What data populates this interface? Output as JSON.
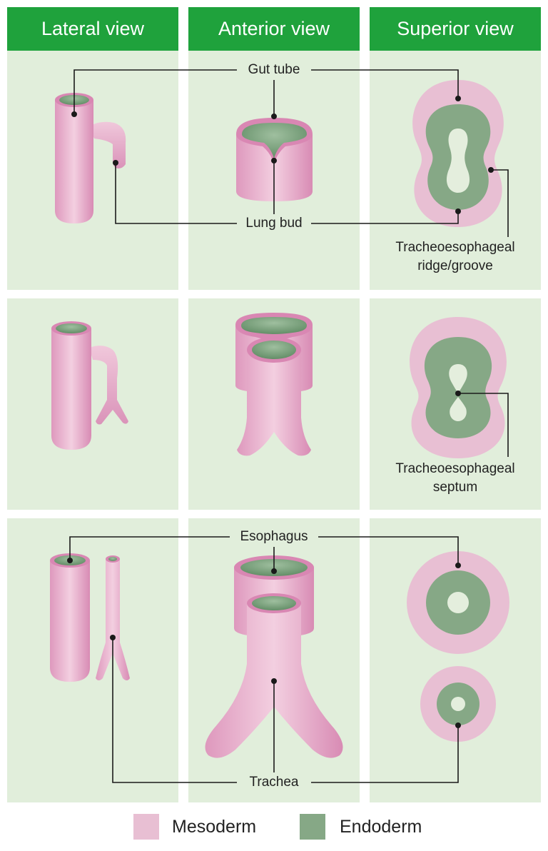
{
  "headers": {
    "lateral": "Lateral view",
    "anterior": "Anterior view",
    "superior": "Superior view"
  },
  "labels": {
    "gut_tube": "Gut tube",
    "lung_bud": "Lung bud",
    "ridge_groove": "Tracheoesophageal ridge/groove",
    "septum": "Tracheoesophageal septum",
    "esophagus": "Esophagus",
    "trachea": "Trachea"
  },
  "legend": {
    "mesoderm": {
      "label": "Mesoderm",
      "color": "#e8bfd3"
    },
    "endoderm": {
      "label": "Endoderm",
      "color": "#86a886"
    }
  },
  "colors": {
    "header_bg": "#1fa23c",
    "panel_bg": "#e1eedb",
    "mesoderm": "#e8bfd3",
    "endoderm": "#86a886"
  }
}
